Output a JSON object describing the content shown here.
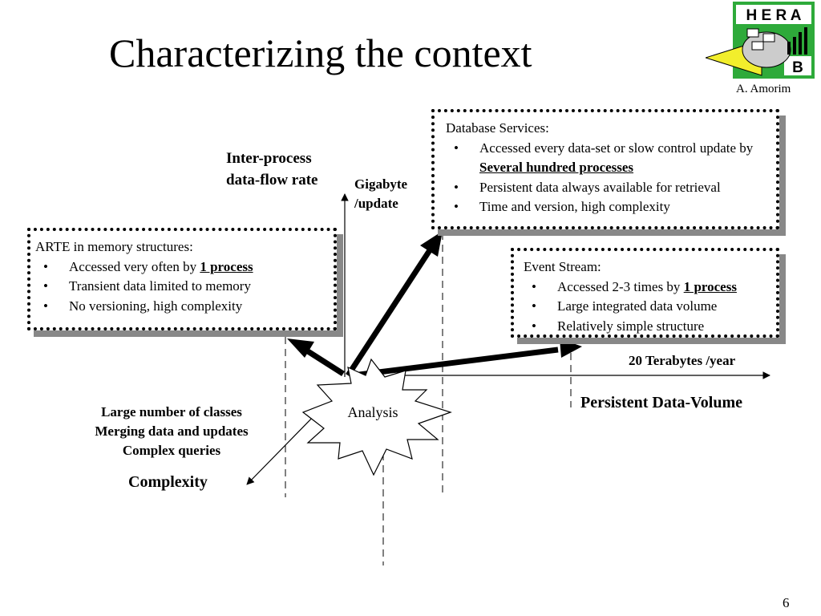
{
  "slide": {
    "title": "Characterizing the context",
    "author": "A. Amorim",
    "page_number": "6"
  },
  "logo": {
    "top_text": "H E R A",
    "bottom_text": "B",
    "colors": {
      "green": "#2eaa3a",
      "yellow": "#f2ee2c",
      "bg": "#ffffff"
    }
  },
  "axes": {
    "y_axis_title_line1": "Inter-process",
    "y_axis_title_line2": "data-flow rate",
    "y_unit_line1": "Gigabyte",
    "y_unit_line2": "/update",
    "x_unit": "20 Terabytes /year",
    "x_axis_title": "Persistent Data-Volume",
    "z_axis_title": "Complexity",
    "z_notes": [
      "Large number of classes",
      "Merging data and updates",
      "Complex queries"
    ]
  },
  "center": {
    "label": "Analysis"
  },
  "boxes": {
    "database": {
      "header": "Database Services:",
      "items": [
        {
          "pre": "Accessed every data-set  or slow control update by ",
          "bold": "Several hundred processes"
        },
        {
          "pre": "Persistent data always available for retrieval",
          "bold": ""
        },
        {
          "pre": "Time and version, high complexity",
          "bold": ""
        }
      ]
    },
    "arte": {
      "header": "ARTE in memory structures:",
      "items": [
        {
          "pre": "Accessed very often by ",
          "bold": "1 process"
        },
        {
          "pre": "Transient data limited to memory",
          "bold": ""
        },
        {
          "pre": "No versioning, high complexity",
          "bold": ""
        }
      ]
    },
    "event": {
      "header": "Event Stream:",
      "items": [
        {
          "pre": "Accessed 2-3 times by ",
          "bold": "1 process"
        },
        {
          "pre": "Large integrated data volume",
          "bold": ""
        },
        {
          "pre": "Relatively simple structure",
          "bold": ""
        }
      ]
    }
  }
}
